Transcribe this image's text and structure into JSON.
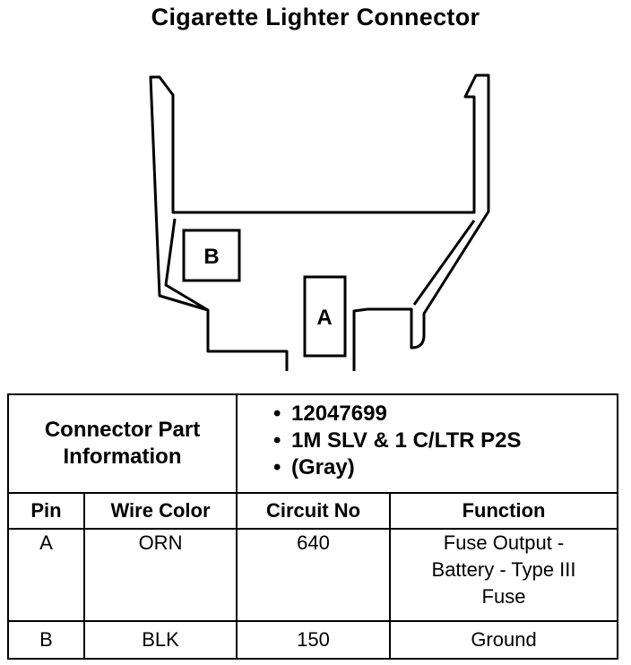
{
  "title": "Cigarette Lighter Connector",
  "cavities": {
    "a": "A",
    "b": "B"
  },
  "table": {
    "info_label_line1": "Connector Part",
    "info_label_line2": "Information",
    "info_items": [
      "12047699",
      "1M SLV & 1 C/LTR P2S",
      "(Gray)"
    ],
    "headers": {
      "pin": "Pin",
      "wire_color": "Wire Color",
      "circuit_no": "Circuit No",
      "function": "Function"
    },
    "rows": [
      {
        "pin": "A",
        "wire_color": "ORN",
        "circuit_no": "640",
        "function_lines": [
          "Fuse Output -",
          "Battery - Type III",
          "Fuse"
        ]
      },
      {
        "pin": "B",
        "wire_color": "BLK",
        "circuit_no": "150",
        "function_lines": [
          "Ground"
        ]
      }
    ]
  }
}
